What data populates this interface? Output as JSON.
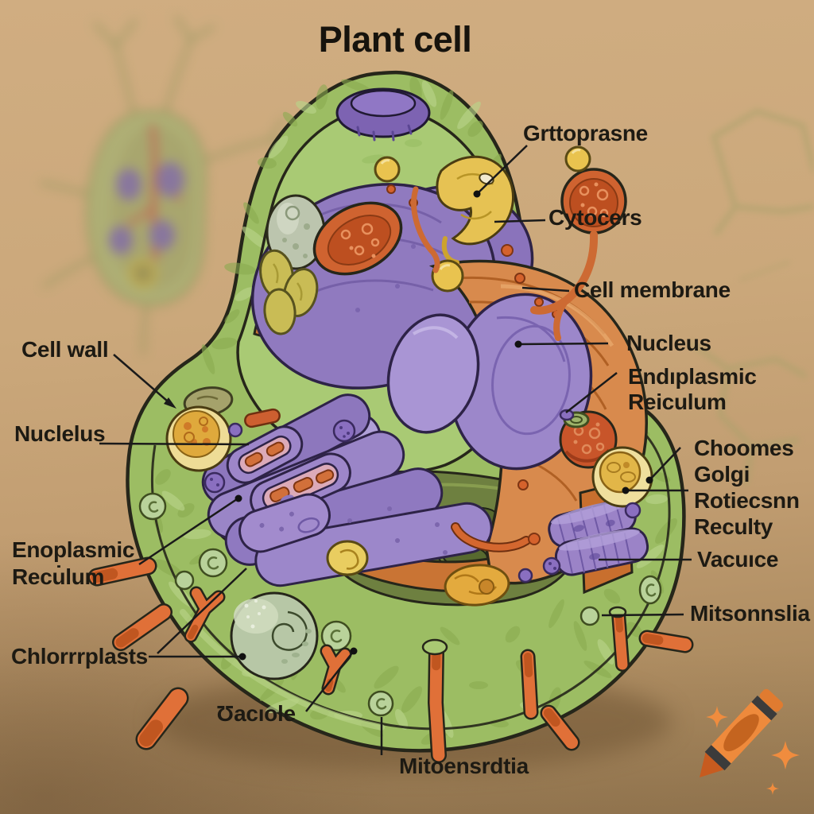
{
  "title": "Plant cell",
  "labels": {
    "right": [
      {
        "name": "cytoplasm",
        "lines": [
          "Grttoprasne"
        ]
      },
      {
        "name": "cytocers",
        "lines": [
          "Cytocers"
        ]
      },
      {
        "name": "cell-membrane",
        "lines": [
          "Cell membrane"
        ]
      },
      {
        "name": "nucleus",
        "lines": [
          "Nucleus"
        ]
      },
      {
        "name": "endoplasmic-reticulum",
        "lines": [
          "Endıplasmic",
          "Reiculum"
        ]
      },
      {
        "name": "golgi-block",
        "lines": [
          "Choomes",
          "Golgi",
          "Rotiecsnn",
          "Reculty"
        ]
      },
      {
        "name": "vacuole",
        "lines": [
          "Vacuıce"
        ]
      },
      {
        "name": "mitochondria",
        "lines": [
          "Mitsonnslia"
        ]
      }
    ],
    "left": [
      {
        "name": "cell-wall",
        "lines": [
          "Cell wall"
        ]
      },
      {
        "name": "nucleolus",
        "lines": [
          "Nuclelus"
        ]
      },
      {
        "name": "endoplasmic-reticulum-2",
        "lines": [
          "Enoplasmic",
          "Recu̇lum"
        ]
      },
      {
        "name": "chloroplasts",
        "lines": [
          "Chlorrrplasts"
        ]
      },
      {
        "name": "vacuole-2",
        "lines": [
          "Ʊacıole"
        ]
      },
      {
        "name": "mitochondria-2",
        "lines": [
          "Mitoensrdtia"
        ]
      }
    ]
  },
  "colors": {
    "background_tan": "#cba87b",
    "cell_green": "#9cbd63",
    "cell_green_dark": "#8aaa50",
    "vacuole_olive": "#6e8040",
    "nucleus_purple": "#937dc1",
    "er_orange": "#d88a4d",
    "mito_red_orange": "#cc5f2c",
    "organelle_yellow": "#e8c24e",
    "label_ink": "#1d1a13",
    "crayon_orange": "#ee8a3c"
  },
  "icons": {
    "watermark": "crayon-icon"
  }
}
